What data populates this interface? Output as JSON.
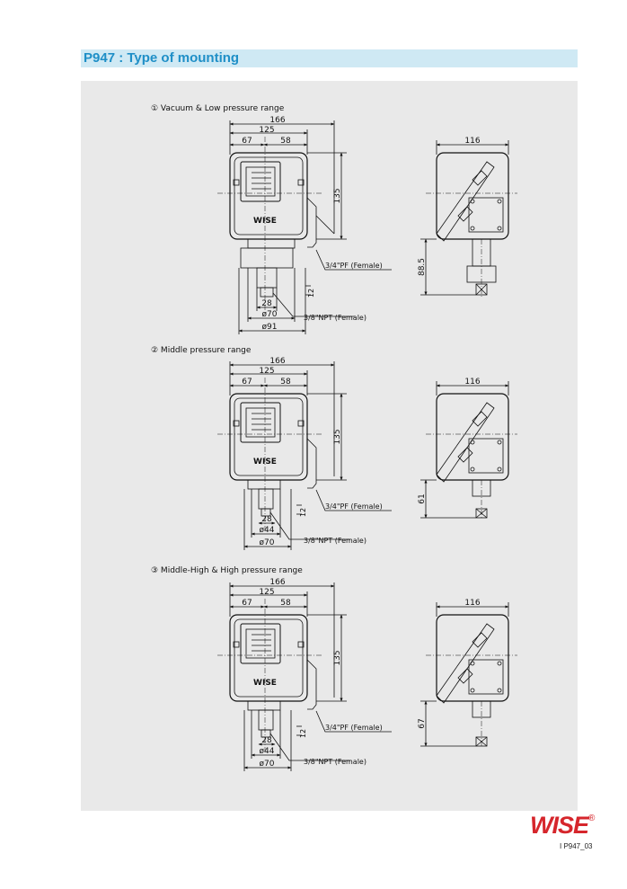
{
  "header": {
    "title": "P947 : Type of mounting"
  },
  "colors": {
    "title_bar": "#cfe9f4",
    "title_text": "#1f8fc7",
    "panel": "#e9e9e9",
    "logo_red": "#d6262c"
  },
  "sections": [
    {
      "caption": "① Vacuum & Low pressure range",
      "dims": {
        "width_total": "166",
        "width_body": "125",
        "left": "67",
        "right": "58",
        "height": "135",
        "side_width": "116",
        "side_depth": "88.5",
        "nut": "28",
        "d_inner": "ø70",
        "d_outer": "ø91",
        "thread_small": "12"
      },
      "callouts": {
        "conduit": "3/4\"PF (Female)",
        "port": "3/8\"NPT (Female)"
      }
    },
    {
      "caption": "② Middle pressure range",
      "dims": {
        "width_total": "166",
        "width_body": "125",
        "left": "67",
        "right": "58",
        "height": "135",
        "side_width": "116",
        "side_depth": "61",
        "nut": "28",
        "d_inner": "ø44",
        "d_outer": "ø70",
        "thread_small": "12"
      },
      "callouts": {
        "conduit": "3/4\"PF (Female)",
        "port": "3/8\"NPT (Female)"
      }
    },
    {
      "caption": "③ Middle-High & High pressure range",
      "dims": {
        "width_total": "166",
        "width_body": "125",
        "left": "67",
        "right": "58",
        "height": "135",
        "side_width": "116",
        "side_depth": "67",
        "nut": "28",
        "d_inner": "ø44",
        "d_outer": "ø70",
        "thread_small": "12"
      },
      "callouts": {
        "conduit": "3/4\"PF (Female)",
        "port": "3/8\"NPT (Female)"
      }
    }
  ],
  "footer": {
    "logo": "WISE",
    "registered": "®",
    "page_code": "I P947_03"
  }
}
